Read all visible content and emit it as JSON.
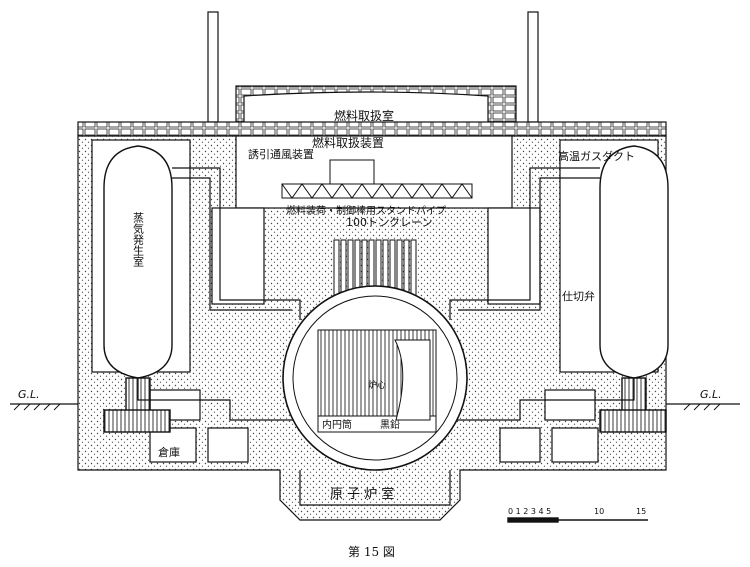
{
  "labels": {
    "fuel_handling_room": "燃料取扱室",
    "fuel_handling_machine": "燃料取扱装置",
    "induced_ventilation": "誘引通風装置",
    "high_temp_gas_duct": "高温ガスダクト",
    "fuel_control_stand": "燃料装荷・制御棒用スタンドパイプ",
    "crane": "100トンクレーン",
    "steam_generator_left": "蒸気発生室",
    "isolation_valve": "仕切弁",
    "inner_cylinder": "内円筒",
    "core_mark": "炉心",
    "graphite": "黒鉛",
    "reactor_room": "原 子 炉 室",
    "warehouse": "倉庫",
    "gl_left": "G.L.",
    "gl_right": "G.L.",
    "scale_ticks": "0 1 2 3 4 5",
    "scale_10": "10",
    "scale_15": "15",
    "figure_caption": "第 15 図"
  },
  "colors": {
    "line": "#111111",
    "paper": "#ffffff",
    "concrete_dot": "#444444"
  }
}
